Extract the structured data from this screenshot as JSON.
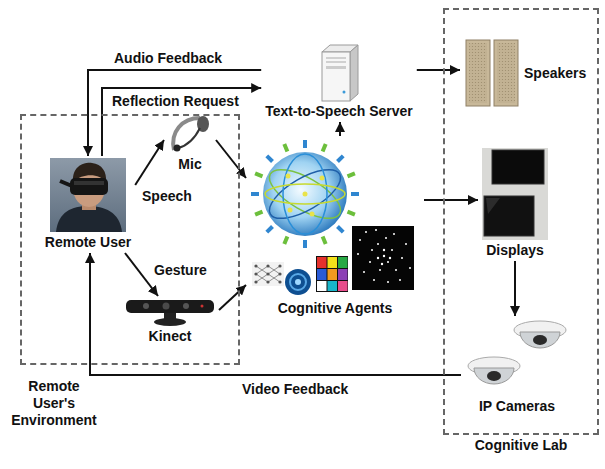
{
  "diagram": {
    "nodes": [
      {
        "text": [
          "Remote User's Environment"
        ]
      },
      {
        "text": [
          "Remote User"
        ],
        "in": 0
      },
      {
        "text": [
          "Mic"
        ],
        "in": 0
      },
      {
        "text": [
          "Kinect"
        ],
        "in": 0
      },
      {
        "text": [
          "Text-to-Speech Server"
        ]
      },
      {
        "text": [
          "Cognitive Agents"
        ]
      },
      {
        "text": [
          "Cognitive Lab"
        ]
      },
      {
        "text": [
          "Speakers"
        ],
        "in": 6
      },
      {
        "text": [
          "Displays"
        ],
        "in": 6
      },
      {
        "text": [
          "IP Cameras"
        ],
        "in": 6
      }
    ],
    "edges": [
      {
        "from": 1,
        "to": 2,
        "label": "Speech",
        "arrow": "to"
      },
      {
        "from": 1,
        "to": 3,
        "label": "Gesture",
        "arrow": "to"
      },
      {
        "from": 2,
        "to": 5,
        "arrow": "to"
      },
      {
        "from": 3,
        "to": 5,
        "arrow": "to"
      },
      {
        "from": 5,
        "to": 4,
        "arrow": "to"
      },
      {
        "from": 5,
        "to": 8,
        "arrow": "to"
      },
      {
        "from": 4,
        "to": 7,
        "arrow": "to"
      },
      {
        "from": 4,
        "to": 1,
        "label": "Audio Feedback",
        "arrow": "to"
      },
      {
        "from": 1,
        "to": 4,
        "label": "Reflection Request",
        "arrow": "to"
      },
      {
        "from": 8,
        "to": 9,
        "arrow": "to"
      },
      {
        "from": 9,
        "to": 1,
        "label": "Video Feedback",
        "arrow": "to"
      }
    ]
  }
}
